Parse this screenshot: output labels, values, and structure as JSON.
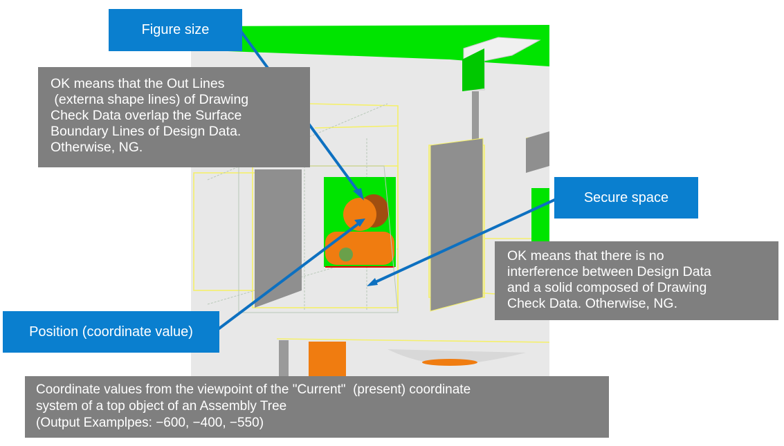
{
  "colors": {
    "label_blue": "#0a7fcf",
    "note_gray": "#7f7f7f",
    "arrow_blue": "#0d70c0",
    "model_green": "#00e400",
    "model_orange": "#f07c10",
    "edge_yellow": "#f5f06a",
    "wall_gray": "#e6e6e6",
    "panel_gray": "#8f8f8f"
  },
  "labels": {
    "figure_size": "Figure size",
    "secure_space": "Secure space",
    "position": "Position (coordinate value)"
  },
  "notes": {
    "figure_size_note": [
      "OK means that the Out Lines",
      " (externa shape lines) of Drawing",
      "Check Data overlap the Surface",
      "Boundary Lines of Design Data.",
      "Otherwise, NG."
    ],
    "secure_space_note": [
      "OK means that there is no",
      "interference between Design Data",
      "and a solid composed of Drawing",
      "Check Data. Otherwise, NG."
    ],
    "position_note": [
      "Coordinate values from the viewpoint of the \"Current\"  (present) coordinate",
      "system of a top object of an Assembly Tree",
      "(Output Examplpes: −600, −400, −550)"
    ]
  }
}
